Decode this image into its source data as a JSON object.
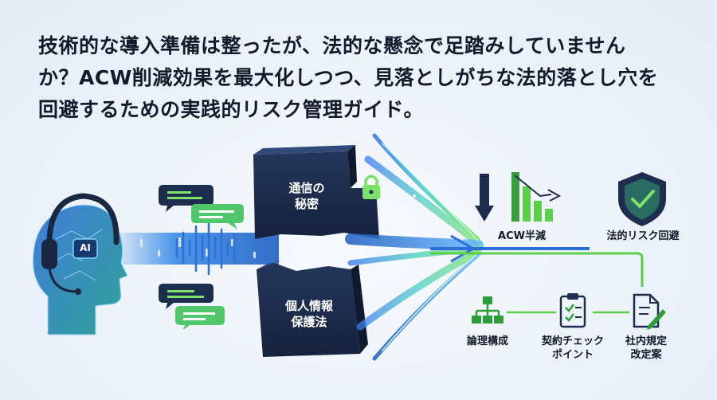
{
  "headline": {
    "line1": "技術的な導入準備は整ったが、法的な懸念で足踏みしていません",
    "line2": "か？ACW削減効果を最大化しつつ、見落としがちな法的落とし穴を",
    "line3": "回避するための実践的リスク管理ガイド。"
  },
  "head": {
    "badge": "AI"
  },
  "blocks": {
    "top_label_1": "通信の",
    "top_label_2": "秘密",
    "bottom_label_1": "個人情報",
    "bottom_label_2": "保護法"
  },
  "results": {
    "acw": "ACW半減",
    "legal": "法的リスク回避"
  },
  "steps": {
    "step1": "論理構成",
    "step2_line1": "契約チェック",
    "step2_line2": "ポイント",
    "step3_line1": "社内規定",
    "step3_line2": "改定案"
  },
  "colors": {
    "navy": "#1d2d4d",
    "green": "#5ccf4a",
    "blue": "#2d86e6",
    "teal": "#1e8a8a"
  }
}
